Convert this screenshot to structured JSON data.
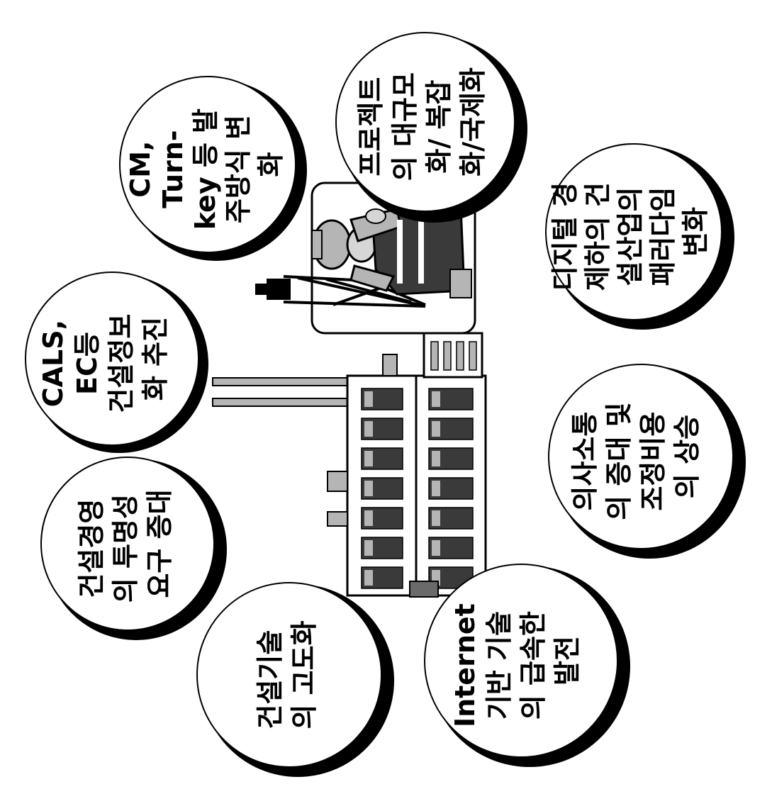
{
  "bubbles": [
    {
      "id": "cals",
      "lines": [
        "CALS,",
        "EC등",
        "건설정보",
        "화 추진"
      ]
    },
    {
      "id": "cm-turnkey",
      "lines": [
        "CM,",
        "Turn-",
        "key 등 발",
        "주방식 변",
        "화"
      ]
    },
    {
      "id": "project-scale",
      "lines": [
        "프로젝트",
        "의 대규모",
        "화/ 복잡",
        "화/국제화"
      ]
    },
    {
      "id": "digital-economy",
      "lines": [
        "디지털 경",
        "제하의 건",
        "설산업의",
        "패러다임",
        "변화"
      ]
    },
    {
      "id": "communication",
      "lines": [
        "의사소통",
        "의 증대 및",
        "조정비용",
        "의 상승"
      ]
    },
    {
      "id": "internet",
      "lines": [
        "Internet",
        "기반 기술",
        "의 급속한",
        "발전"
      ]
    },
    {
      "id": "tech-advance",
      "lines": [
        "건설기술",
        "의 고도화"
      ]
    },
    {
      "id": "transparency",
      "lines": [
        "건설경영",
        "의 투명성",
        "요구 증대"
      ]
    }
  ],
  "colors": {
    "ink": "#000000",
    "paper": "#ffffff",
    "shade": "#b5b5b5",
    "dark": "#3a3a3a"
  },
  "illustration": {
    "icons": [
      "construction-worker-icon",
      "tower-crane-icon",
      "building-icon",
      "smokestack-icon"
    ]
  }
}
